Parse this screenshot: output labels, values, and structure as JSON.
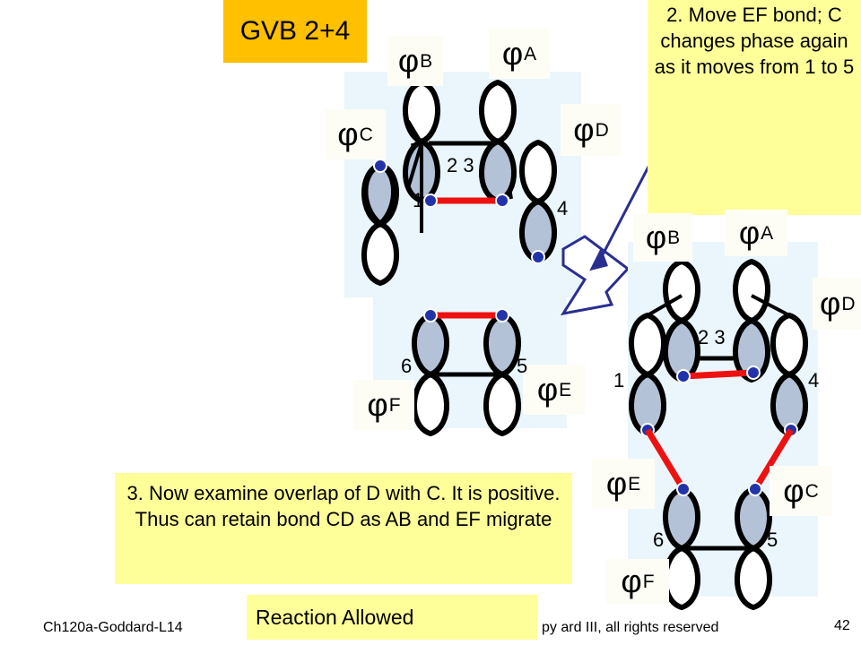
{
  "title": "GVB 2+4",
  "note_move": "2. Move EF bond; C changes phase again as it moves from 1 to 5",
  "note_overlap": "3. Now examine overlap of D with C. It is positive. Thus can retain bond CD as AB and EF migrate",
  "result": "Reaction Allowed",
  "footer": {
    "course": "Ch120a-Goddard-L14",
    "copyright": "py ard III, all rights reserved",
    "page": "42"
  },
  "orbital_symbol": "φ",
  "labels_left": {
    "phi_b": "B",
    "phi_a": "A",
    "phi_c": "C",
    "phi_d": "D",
    "phi_e": "E",
    "phi_f": "F",
    "atoms_top": "2 3",
    "atom_1": "1",
    "atom_4": "4",
    "atom_6": "6",
    "atom_5": "5"
  },
  "labels_right": {
    "phi_b": "B",
    "phi_a": "A",
    "phi_d": "D",
    "phi_e": "E",
    "phi_c": "C",
    "phi_f": "F",
    "atoms_top": "2 3",
    "atom_1": "1",
    "atom_4": "4",
    "atom_6": "6",
    "atom_5": "5"
  },
  "colors": {
    "title_bg": "#ffc000",
    "note_bg": "#ffff99",
    "panel_bg": "#eaf6fb",
    "lobe_shade": "#b4c2d8",
    "bond": "#ee1111",
    "dot": "#2233aa",
    "arrow": "#2a2f8f"
  }
}
